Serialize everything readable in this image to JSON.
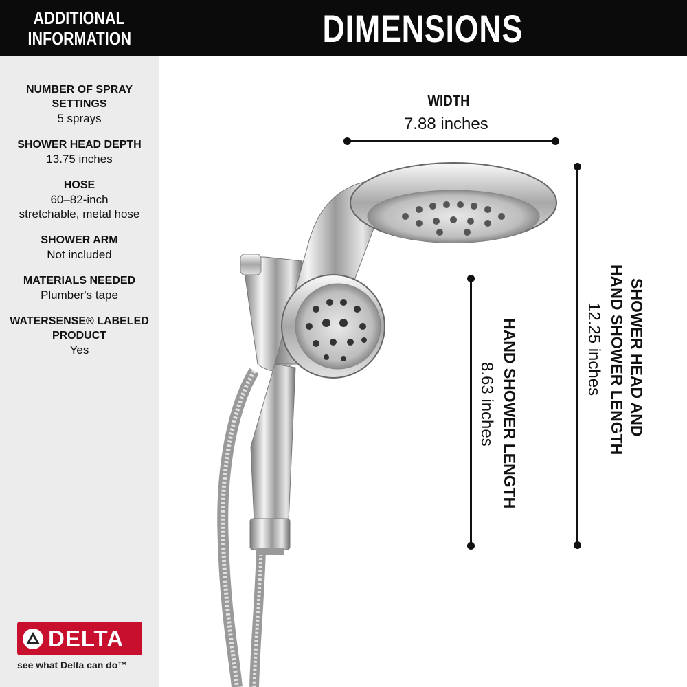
{
  "sidebar": {
    "header_line1": "ADDITIONAL",
    "header_line2": "INFORMATION",
    "specs": [
      {
        "label": "NUMBER OF SPRAY\nSETTINGS",
        "value": "5 sprays"
      },
      {
        "label": "SHOWER HEAD DEPTH",
        "value": "13.75 inches"
      },
      {
        "label": "HOSE",
        "value": "60–82-inch\nstretchable, metal hose"
      },
      {
        "label": "SHOWER ARM",
        "value": "Not included"
      },
      {
        "label": "MATERIALS NEEDED",
        "value": "Plumber's tape"
      },
      {
        "label": "WATERSENSE® LABELED\nPRODUCT",
        "value": "Yes"
      }
    ],
    "brand_name": "DELTA",
    "tagline": "see what Delta can do™"
  },
  "main": {
    "title": "DIMENSIONS",
    "width": {
      "label": "WIDTH",
      "value": "7.88 inches"
    },
    "combined_length": {
      "label_line1": "SHOWER HEAD AND",
      "label_line2": "HAND SHOWER LENGTH",
      "value": "12.25 inches"
    },
    "hand_length": {
      "label": "HAND SHOWER LENGTH",
      "value": "8.63 inches"
    }
  },
  "colors": {
    "brand_red": "#c8102e",
    "header_black": "#0b0b0b",
    "sidebar_gray": "#ececec"
  }
}
